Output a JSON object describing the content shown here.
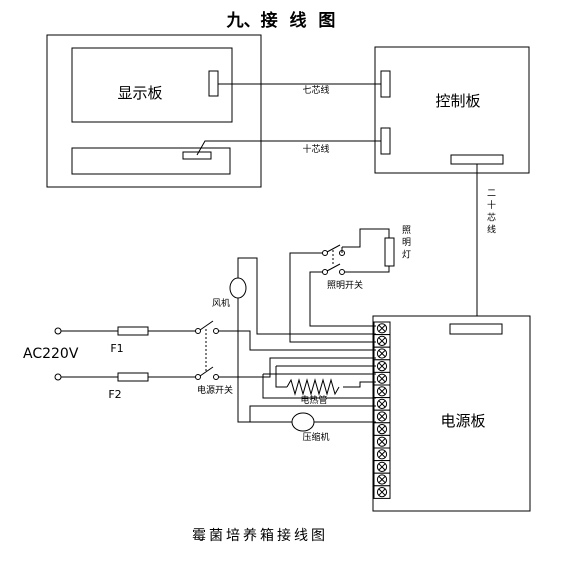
{
  "title": "九、接  线  图",
  "caption": "霉菌培养箱接线图",
  "boards": {
    "display": "显示板",
    "control": "控制板",
    "power": "电源板"
  },
  "cables": {
    "seven_core": "七芯线",
    "ten_core": "十芯线",
    "twenty_core": "二十芯线"
  },
  "components": {
    "lamp": "照明灯",
    "light_switch": "照明开关",
    "fan": "风机",
    "power_switch": "电源开关",
    "heater": "电热管",
    "compressor": "压缩机"
  },
  "supply": {
    "voltage": "AC220V",
    "fuse1": "F1",
    "fuse2": "F2"
  },
  "terminal_count": 14
}
